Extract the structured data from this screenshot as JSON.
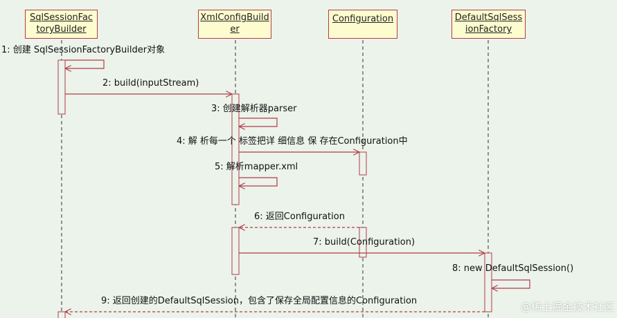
{
  "colors": {
    "background": "#ebf3ea",
    "box_fill": "#fdfccf",
    "line": "#b33a4a",
    "lifeline": "#333333"
  },
  "lifelines": [
    {
      "id": "sqlsessionfactorybuilder",
      "label": "SqlSessionFac\ntoryBuilder"
    },
    {
      "id": "xmlconfigbuilder",
      "label": "XmlConfigBuild\ner"
    },
    {
      "id": "configuration",
      "label": "Configuration"
    },
    {
      "id": "defaultsqlsessionfactory",
      "label": "DefaultSqlSess\nionFactory"
    }
  ],
  "messages": [
    {
      "label": "1: 创建 SqlSessionFactoryBuilder对象",
      "from": "sqlsessionfactorybuilder",
      "to": "sqlsessionfactorybuilder",
      "kind": "self"
    },
    {
      "label": "2: build(inputStream)",
      "from": "sqlsessionfactorybuilder",
      "to": "xmlconfigbuilder",
      "kind": "call"
    },
    {
      "label": "3: 创建解析器parser",
      "from": "xmlconfigbuilder",
      "to": "xmlconfigbuilder",
      "kind": "self"
    },
    {
      "label": "4: 解 析每一个 标签把详 细信息 保 存在Configuration中",
      "from": "xmlconfigbuilder",
      "to": "configuration",
      "kind": "call"
    },
    {
      "label": "5: 解析mapper.xml",
      "from": "xmlconfigbuilder",
      "to": "xmlconfigbuilder",
      "kind": "self"
    },
    {
      "label": "6: 返回Configuration",
      "from": "configuration",
      "to": "xmlconfigbuilder",
      "kind": "return"
    },
    {
      "label": "7: build(Configuration)",
      "from": "xmlconfigbuilder",
      "to": "defaultsqlsessionfactory",
      "kind": "call"
    },
    {
      "label": "8: new DefaultSqlSession()",
      "from": "defaultsqlsessionfactory",
      "to": "defaultsqlsessionfactory",
      "kind": "self"
    },
    {
      "label": "9: 返回创建的DefaultSqlSession，包含了保存全局配置信息的Configuration",
      "from": "defaultsqlsessionfactory",
      "to": "sqlsessionfactorybuilder",
      "kind": "return"
    }
  ],
  "watermark": "@稀土掘金技术社区"
}
